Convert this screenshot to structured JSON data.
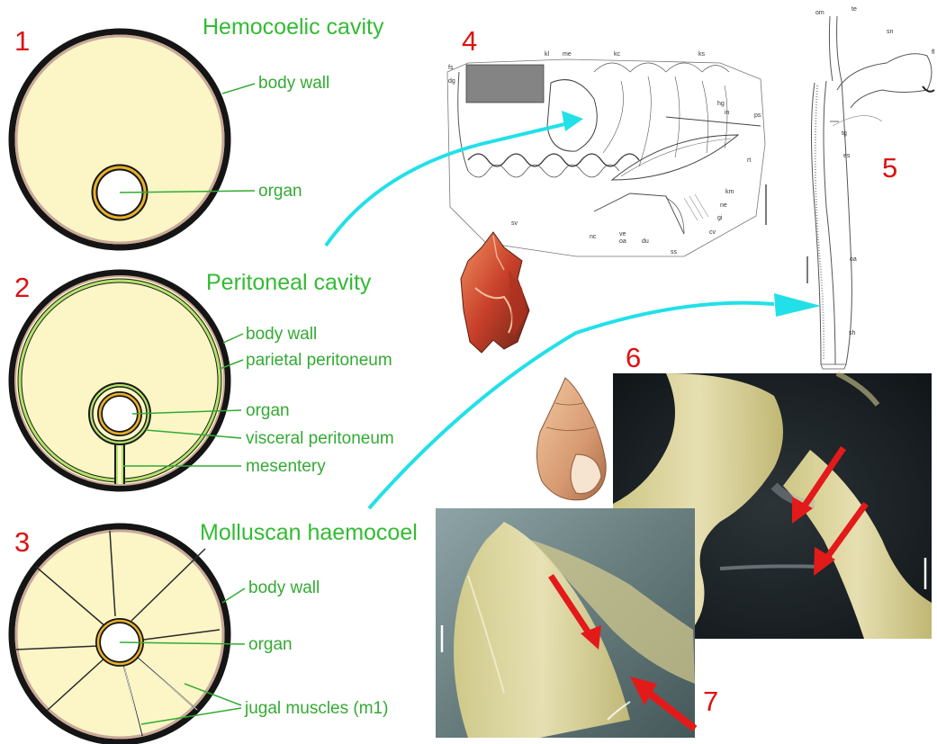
{
  "panels": [
    {
      "number": "1",
      "title": "Hemocoelic cavity",
      "labels": [
        "body wall",
        "organ"
      ]
    },
    {
      "number": "2",
      "title": "Peritoneal cavity",
      "labels": [
        "body wall",
        "parietal peritoneum",
        "organ",
        "visceral peritoneum",
        "mesentery"
      ]
    },
    {
      "number": "3",
      "title": "Molluscan haemocoel",
      "labels": [
        "body wall",
        "organ",
        "jugal muscles (m1)"
      ]
    }
  ],
  "figure_numbers": {
    "anatomy": "4",
    "gland": "5",
    "photo_upper": "6",
    "photo_lower": "7"
  },
  "anatomy_abbrev": [
    "fs",
    "dg",
    "kl",
    "me",
    "kc",
    "ks",
    "hg",
    "in",
    "ps",
    "rt",
    "km",
    "ne",
    "gi",
    "cv",
    "ss",
    "du",
    "oa",
    "ve",
    "nc",
    "sv"
  ],
  "gland_abbrev": [
    "om",
    "te",
    "sn",
    "fl",
    "tg",
    "es",
    "oa",
    "sh"
  ],
  "colors": {
    "cavity_fill": "#fcf6c6",
    "body_wall_outer": "#151515",
    "body_wall_inner": "#c9a99a",
    "peritoneum": "#b4e36a",
    "organ_ring": "#e8b02a",
    "label_green": "#33aa33",
    "number_red": "#dd1111",
    "arrow_cyan": "#22e0e8",
    "photo_arrow_red": "#e31a1a"
  }
}
